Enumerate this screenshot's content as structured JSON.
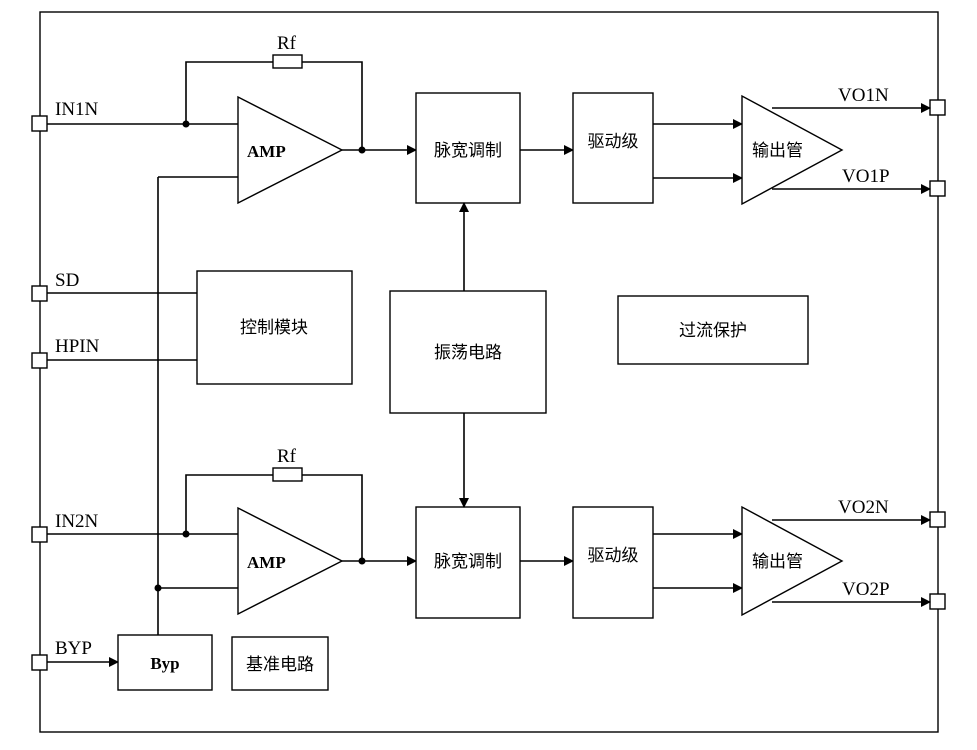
{
  "pins": {
    "in1n": "IN1N",
    "sd": "SD",
    "hpin": "HPIN",
    "in2n": "IN2N",
    "byp": "BYP",
    "vo1n": "VO1N",
    "vo1p": "VO1P",
    "vo2n": "VO2N",
    "vo2p": "VO2P"
  },
  "channel1": {
    "rf": "Rf",
    "amp": "AMP",
    "pwm": "脉宽调制",
    "driver": "驱动级",
    "output": "输出管"
  },
  "channel2": {
    "rf": "Rf",
    "amp": "AMP",
    "pwm": "脉宽调制",
    "driver": "驱动级",
    "output": "输出管"
  },
  "blocks": {
    "control": "控制模块",
    "oscillator": "振荡电路",
    "overcurrent": "过流保护",
    "byp_box": "Byp",
    "reference": "基准电路"
  }
}
